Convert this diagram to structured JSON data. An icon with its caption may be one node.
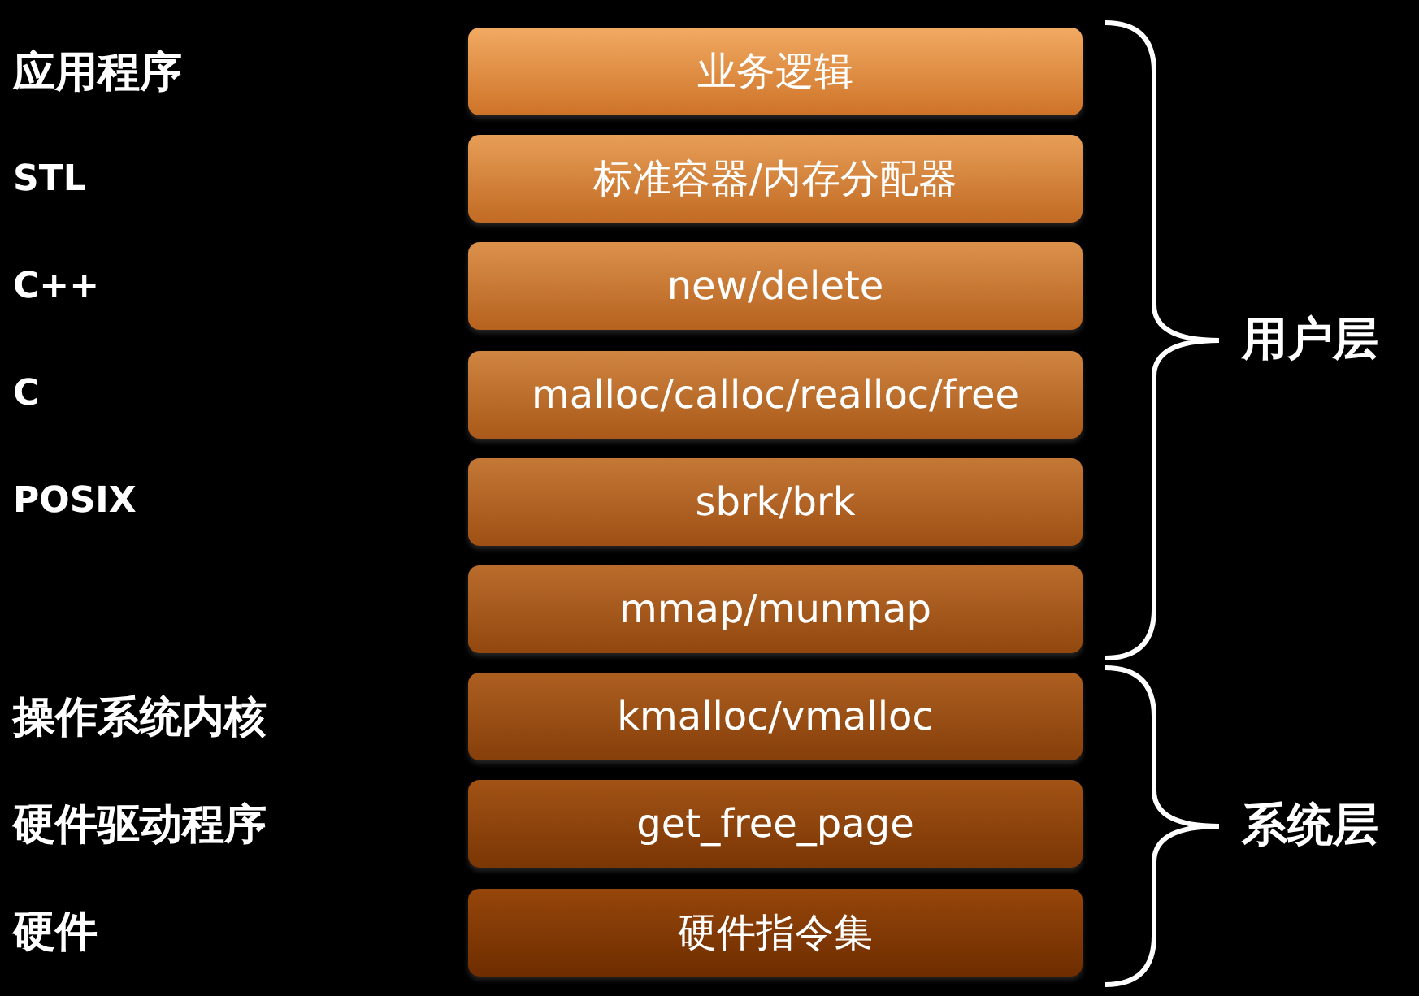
{
  "diagram": {
    "nodes": [
      {
        "text": [
          "业务逻辑"
        ]
      },
      {
        "text": [
          "标准容器/内存分配器"
        ]
      },
      {
        "text": [
          "new/delete"
        ]
      },
      {
        "text": [
          "malloc/calloc/realloc/free"
        ]
      },
      {
        "text": [
          "sbrk/brk"
        ]
      },
      {
        "text": [
          "mmap/munmap"
        ]
      },
      {
        "text": [
          "kmalloc/vmalloc"
        ]
      },
      {
        "text": [
          "get_free_page"
        ]
      },
      {
        "text": [
          "硬件指令集"
        ]
      }
    ],
    "labels": [
      "应用程序",
      "STL",
      "C++",
      "C",
      "POSIX",
      "操作系统内核",
      "硬件驱动程序",
      "硬件",
      "用户层",
      "系统层"
    ]
  }
}
